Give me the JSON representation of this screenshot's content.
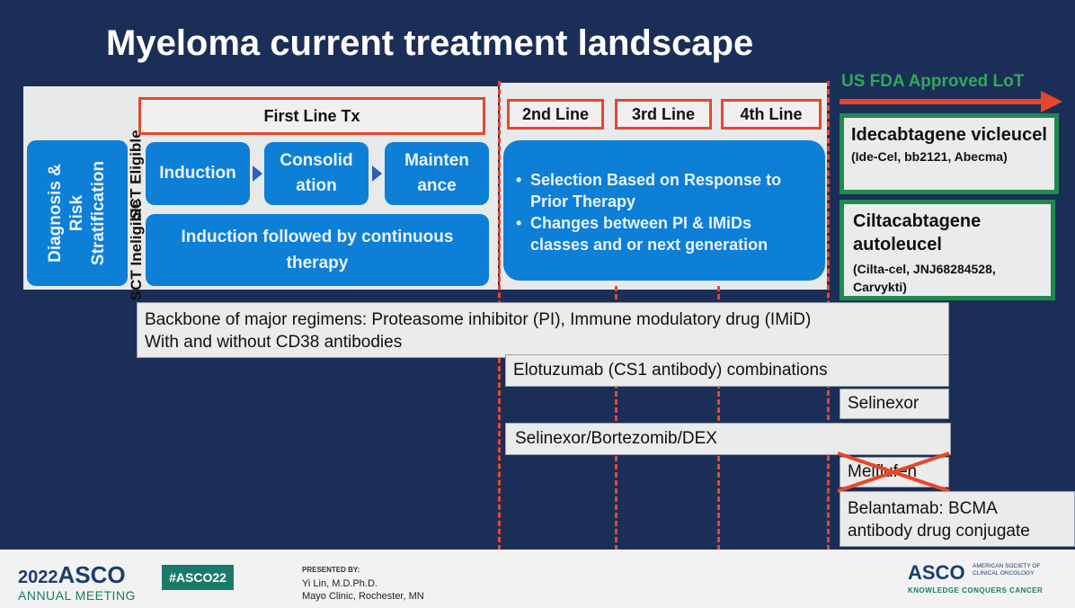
{
  "slide": {
    "title": "Myeloma current treatment landscape"
  },
  "left_panel": {
    "diagnosis_label": "Diagnosis & Risk Stratification",
    "first_line_label": "First Line Tx",
    "sct_eligible_label": "SCT Eligible",
    "sct_ineligible_label": "SCT Ineligible",
    "induction_label": "Induction",
    "consolidation_label": "Consolid ation",
    "maintenance_label": "Mainten ance",
    "continuous_label": "Induction followed by continuous therapy"
  },
  "middle_panel": {
    "line2": "2nd Line",
    "line3": "3rd Line",
    "line4": "4th Line",
    "bullet1": "Selection Based on Response to Prior Therapy",
    "bullet2": "Changes between PI & IMiDs classes and or next generation"
  },
  "right_panel": {
    "fda_label": "US FDA Approved LoT",
    "ide_name": "Idecabtagene vicleucel",
    "ide_sub": "(Ide-Cel, bb2121, Abecma)",
    "cilta_name": "Ciltacabtagene autoleucel",
    "cilta_sub": "(Cilta-cel, JNJ68284528, Carvykti)"
  },
  "regimens": {
    "backbone_line1": "Backbone of major regimens: Proteasome inhibitor (PI), Immune modulatory drug (IMiD)",
    "backbone_line2": "With and without CD38 antibodies",
    "elotuzumab": "Elotuzumab (CS1 antibody) combinations",
    "selinexor": "Selinexor",
    "selinexor_combo": "Selinexor/Bortezomib/DEX",
    "melflufen": "Melflufen",
    "belantamab_line1": "Belantamab: BCMA",
    "belantamab_line2": "antibody drug conjugate"
  },
  "footer": {
    "year": "2022",
    "asco": "ASCO",
    "annual_meeting": "ANNUAL MEETING",
    "hashtag": "#ASCO22",
    "presented_by": "PRESENTED BY:",
    "presenter_name": "Yi Lin, M.D.Ph.D.",
    "presenter_affil": "Mayo Clinic, Rochester, MN",
    "asco_right": "ASCO",
    "society_line1": "AMERICAN SOCIETY OF",
    "society_line2": "CLINICAL ONCOLOGY",
    "tagline": "KNOWLEDGE CONQUERS CANCER"
  },
  "colors": {
    "background": "#1b2e57",
    "accent_red": "#e8462b",
    "box_blue": "#0e7fd6",
    "approved_green": "#1f8a4e",
    "fda_text_green": "#2fa85a",
    "hashtag_bg": "#1a7a6a"
  }
}
